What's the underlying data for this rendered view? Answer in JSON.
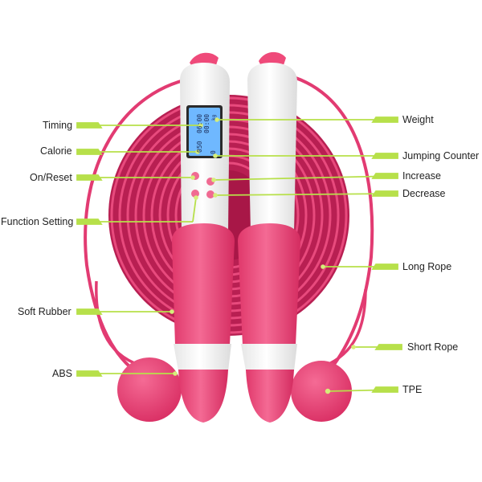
{
  "colors": {
    "rope": "#e23b72",
    "rope_dark": "#b81f52",
    "handle_white": "#f7f7f7",
    "rubber": "#ef4a7a",
    "leader": "#b7e04a",
    "lcd": "#6fb8ff"
  },
  "lcd": {
    "left_top": "06:00",
    "left_bottom": "00:00",
    "right_top": "050",
    "right_unit": "kg",
    "right_bottom": "0"
  },
  "labels": {
    "timing": "Timing",
    "calorie": "Calorie",
    "on_reset": "On/Reset",
    "function_setting": "Function Setting",
    "soft_rubber": "Soft Rubber",
    "abs": "ABS",
    "weight": "Weight",
    "jumping_counter": "Jumping Counter",
    "increase": "Increase",
    "decrease": "Decrease",
    "long_rope": "Long Rope",
    "short_rope": "Short Rope",
    "tpe": "TPE"
  }
}
